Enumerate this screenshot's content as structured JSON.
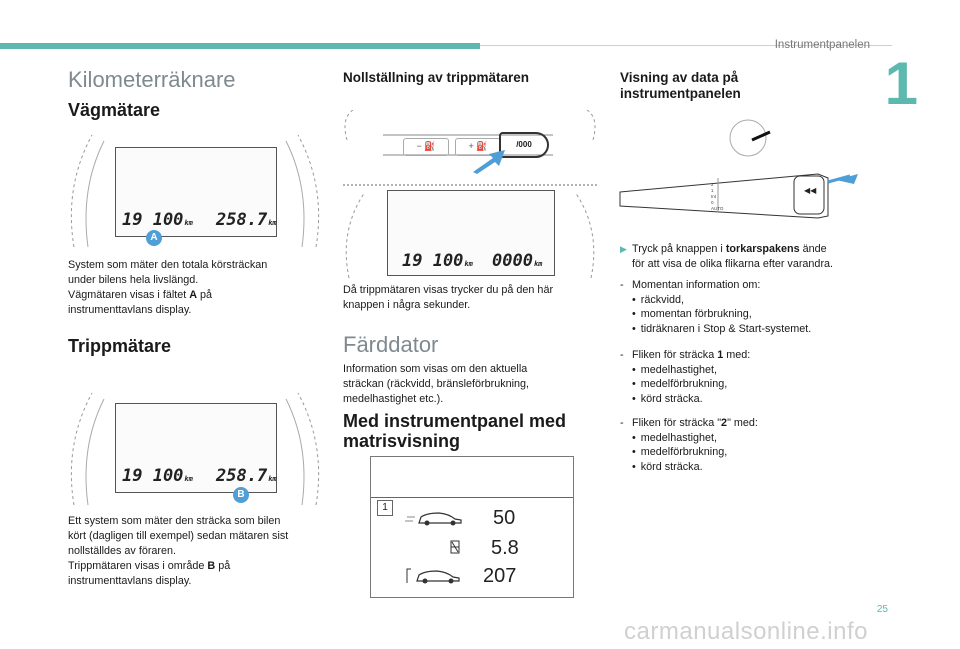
{
  "header": {
    "running_head": "Instrumentpanelen",
    "chapter_number": "1",
    "page_number": "25"
  },
  "watermark": "carmanualsonline.info",
  "col1": {
    "section_title": "Kilometerräknare",
    "odometer": {
      "title": "Vägmätare",
      "display": {
        "total": "19 100",
        "trip": "258.7",
        "unit": "km",
        "marker": "A"
      },
      "text": [
        "System som mäter den totala körsträckan",
        "under bilens hela livslängd.",
        "Vägmätaren visas i fältet ",
        "A",
        " på",
        "instrumenttavlans display."
      ]
    },
    "trip": {
      "title": "Trippmätare",
      "display": {
        "total": "19 100",
        "trip": "258.7",
        "unit": "km",
        "marker": "B"
      },
      "text": [
        "Ett system som mäter den sträcka som bilen",
        "kört (dagligen till exempel) sedan mätaren sist",
        "nollställdes av föraren.",
        "Trippmätaren visas i område ",
        "B",
        " på",
        "instrumenttavlans display."
      ]
    }
  },
  "col2": {
    "reset": {
      "title": "Nollställning av trippmätaren",
      "buttons": {
        "minus": "−",
        "plus": "+",
        "reset": "/000"
      },
      "display": {
        "total": "19 100",
        "trip": "0000",
        "unit": "km"
      },
      "text": [
        "Då trippmätaren visas trycker du på den här",
        "knappen i några sekunder."
      ]
    },
    "trip_computer": {
      "title": "Färddator",
      "text": [
        "Information som visas om den aktuella",
        "sträckan (räckvidd, bränsleförbrukning,",
        "medelhastighet etc.)."
      ]
    },
    "matrix": {
      "title_line1": "Med instrumentpanel med",
      "title_line2": "matrisvisning",
      "screen": {
        "tab": "1",
        "values": [
          "50",
          "5.8",
          "207"
        ]
      }
    }
  },
  "col3": {
    "title_line1": "Visning av data på",
    "title_line2": "instrumentpanelen",
    "stalk_labels": [
      "2",
      "1",
      "Int",
      "0",
      "AUTO"
    ],
    "intro": {
      "pre": "Tryck på knappen i ",
      "bold": "torkarspakens",
      "post": " ände",
      "line2": "för att visa de olika flikarna efter varandra."
    },
    "groups": [
      {
        "lead": "Momentan information om:",
        "items": [
          "räckvidd,",
          "momentan förbrukning,",
          "tidräknaren i Stop & Start-systemet."
        ]
      },
      {
        "lead_pre": "Fliken för sträcka ",
        "lead_bold": "1",
        "lead_post": " med:",
        "items": [
          "medelhastighet,",
          "medelförbrukning,",
          "körd sträcka."
        ]
      },
      {
        "lead_pre": "Fliken för sträcka \"",
        "lead_bold": "2",
        "lead_post": "\" med:",
        "items": [
          "medelhastighet,",
          "medelförbrukning,",
          "körd sträcka."
        ]
      }
    ]
  },
  "colors": {
    "accent": "#5db8b0",
    "heading_grey": "#7f8a8f",
    "marker_blue": "#4f9fd6"
  }
}
